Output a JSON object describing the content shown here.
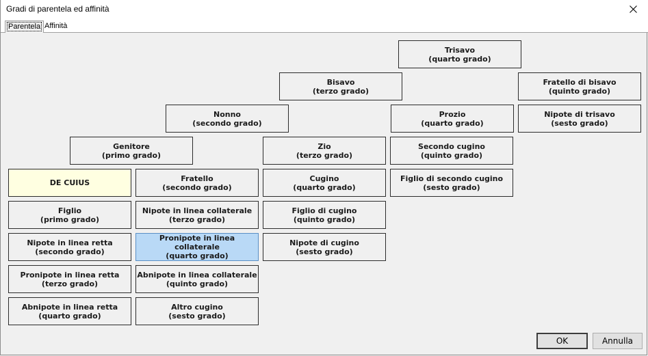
{
  "window": {
    "title": "Gradi di parentela ed affinità"
  },
  "tabs": [
    {
      "label": "Parentela",
      "active": true
    },
    {
      "label": "Affinità",
      "active": false
    }
  ],
  "nodes": [
    {
      "name": "Trisavo",
      "grade": "(quarto grado)"
    },
    {
      "name": "Bisavo",
      "grade": "(terzo grado)"
    },
    {
      "name": "Fratello di bisavo",
      "grade": "(quinto grado)"
    },
    {
      "name": "Nonno",
      "grade": "(secondo grado)"
    },
    {
      "name": "Prozio",
      "grade": "(quarto grado)"
    },
    {
      "name": "Nipote di trisavo",
      "grade": "(sesto grado)"
    },
    {
      "name": "Genitore",
      "grade": "(primo grado)"
    },
    {
      "name": "Zio",
      "grade": "(terzo grado)"
    },
    {
      "name": "Secondo cugino",
      "grade": "(quinto grado)"
    },
    {
      "name": "DE CUIUS",
      "grade": ""
    },
    {
      "name": "Fratello",
      "grade": "(secondo grado)"
    },
    {
      "name": "Cugino",
      "grade": "(quarto grado)"
    },
    {
      "name": "Figlio di secondo cugino",
      "grade": "(sesto grado)"
    },
    {
      "name": "Figlio",
      "grade": "(primo grado)"
    },
    {
      "name": "Nipote in linea collaterale",
      "grade": "(terzo grado)"
    },
    {
      "name": "Figlio di cugino",
      "grade": "(quinto grado)"
    },
    {
      "name": "Nipote in linea retta",
      "grade": "(secondo grado)"
    },
    {
      "name": "Pronipote in linea collaterale",
      "grade": "(quarto grado)",
      "selected": true
    },
    {
      "name": "Nipote di cugino",
      "grade": "(sesto grado)"
    },
    {
      "name": "Pronipote in linea retta",
      "grade": "(terzo grado)"
    },
    {
      "name": "Abnipote in linea collaterale",
      "grade": "(quinto grado)"
    },
    {
      "name": "Abnipote in linea retta",
      "grade": "(quarto grado)"
    },
    {
      "name": "Altro cugino",
      "grade": "(sesto grado)"
    }
  ],
  "buttons": {
    "ok": "OK",
    "cancel": "Annulla"
  }
}
